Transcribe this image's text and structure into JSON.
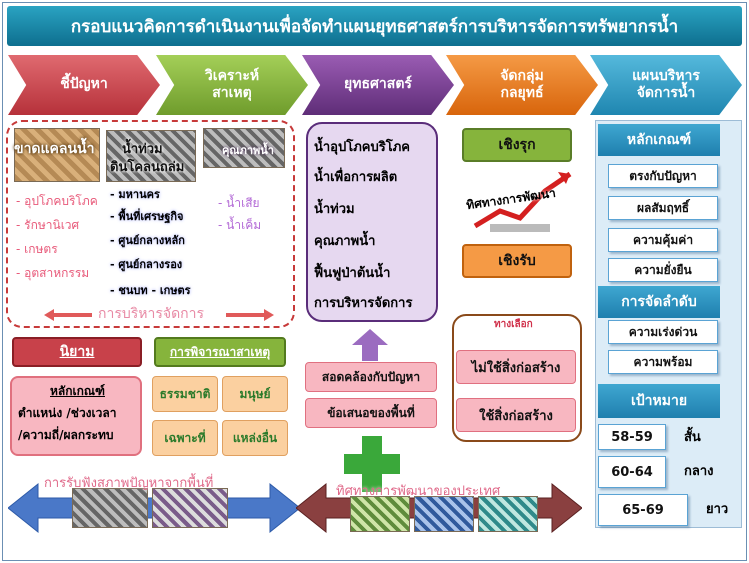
{
  "title": "กรอบแนวคิดการดำเนินงานเพื่อจัดทำแผนยุทธศาสตร์การบริหารจัดการทรัพยากรน้ำ",
  "stages": [
    {
      "line1": "ชี้ปัญหา",
      "line2": "",
      "color": "#c8414a"
    },
    {
      "line1": "วิเคราะห์",
      "line2": "สาเหตุ",
      "color": "#86b43c"
    },
    {
      "line1": "ยุทธศาสตร์",
      "line2": "",
      "color": "#7a3e91"
    },
    {
      "line1": "จัดกลุ่ม",
      "line2": "กลยุทธ์",
      "color": "#ec7a1e"
    },
    {
      "line1": "แผนบริหาร",
      "line2": "จัดการน้ำ",
      "color": "#2b9fc7"
    }
  ],
  "problems": {
    "shortage": "ขาดแคลนน้ำ",
    "flood_line1": "น้ำท่วม",
    "flood_line2": "ดินโคลนถล่ม",
    "quality": "คุณภาพน้ำ",
    "shortage_items": [
      "- อุปโภคบริโภค",
      "- รักษานิเวศ",
      "- เกษตร",
      "- อุตสาหกรรม"
    ],
    "flood_items": [
      "- มหานคร",
      "- พื้นที่เศรษฐกิจ",
      "- ศูนย์กลางหลัก",
      "- ศูนย์กลางรอง",
      "- ชนบท - เกษตร"
    ],
    "quality_items": [
      "- น้ำเสีย",
      "- น้ำเค็ม"
    ],
    "management": "การบริหารจัดการ"
  },
  "definition": {
    "header": "นิยาม",
    "criteria": "หลักเกณฑ์",
    "line1": "ตำแหน่ง /ช่วงเวลา",
    "line2": "/ความถี่/ผลกระทบ"
  },
  "causes": {
    "header": "การพิจารณาสาเหตุ",
    "items": [
      "ธรรมชาติ",
      "มนุษย์",
      "เฉพาะที่",
      "แหล่งอื่น"
    ]
  },
  "strategies": {
    "items": [
      "น้ำอุปโภคบริโภค",
      "น้ำเพื่อการผลิต",
      "น้ำท่วม",
      "คุณภาพน้ำ",
      "ฟื้นฟูป่าต้นน้ำ",
      "การบริหารจัดการ"
    ],
    "consistent": "สอดคล้องกับปัญหา",
    "proposal": "ข้อเสนอของพื้นที่"
  },
  "grouping": {
    "proactive": "เชิงรุก",
    "direction": "ทิศทางการพัฒนา",
    "reactive": "เชิงรับ",
    "options_label": "ทางเลือก",
    "non_structural": "ไม่ใช้สิ่งก่อสร้าง",
    "structural": "ใช้สิ่งก่อสร้าง"
  },
  "plan": {
    "criteria_header": "หลักเกณฑ์",
    "criteria": [
      "ตรงกับปัญหา",
      "ผลสัมฤทธิ์",
      "ความคุ้มค่า",
      "ความยั่งยืน"
    ],
    "priority_header": "การจัดลำดับ",
    "priority": [
      "ความเร่งด่วน",
      "ความพร้อม"
    ],
    "target_header": "เป้าหมาย",
    "targets": [
      {
        "years": "58-59",
        "term": "สั้น"
      },
      {
        "years": "60-64",
        "term": "กลาง"
      },
      {
        "years": "65-69",
        "term": "ยาว"
      }
    ]
  },
  "bottom": {
    "listen": "การรับฟังสภาพปัญหาจากพื้นที่",
    "national": "ทิศทางการพัฒนาของประเทศ"
  },
  "colors": {
    "red": "#c8414a",
    "green": "#86b43c",
    "purple": "#7a3e91",
    "orange": "#ec7a1e",
    "blue": "#2b9fc7",
    "pink": "#f6a8b4",
    "peach": "#fbd0a0"
  }
}
